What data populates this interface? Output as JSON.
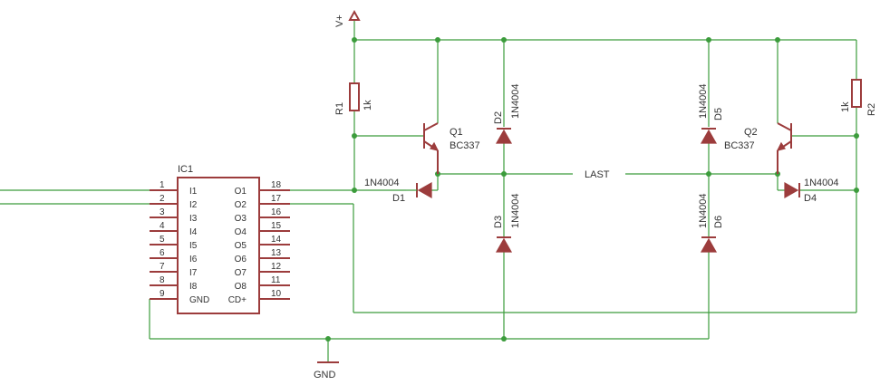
{
  "ic": {
    "name": "IC1",
    "left_pins": [
      {
        "num": "1",
        "label": "I1"
      },
      {
        "num": "2",
        "label": "I2"
      },
      {
        "num": "3",
        "label": "I3"
      },
      {
        "num": "4",
        "label": "I4"
      },
      {
        "num": "5",
        "label": "I5"
      },
      {
        "num": "6",
        "label": "I6"
      },
      {
        "num": "7",
        "label": "I7"
      },
      {
        "num": "8",
        "label": "I8"
      },
      {
        "num": "9",
        "label": "GND"
      }
    ],
    "right_pins": [
      {
        "num": "18",
        "label": "O1"
      },
      {
        "num": "17",
        "label": "O2"
      },
      {
        "num": "16",
        "label": "O3"
      },
      {
        "num": "15",
        "label": "O4"
      },
      {
        "num": "14",
        "label": "O5"
      },
      {
        "num": "13",
        "label": "O6"
      },
      {
        "num": "12",
        "label": "O7"
      },
      {
        "num": "11",
        "label": "O8"
      },
      {
        "num": "10",
        "label": "CD+"
      }
    ]
  },
  "supply": "V+",
  "ground": "GND",
  "load_label": "LAST",
  "r1": {
    "name": "R1",
    "value": "1k"
  },
  "r2": {
    "name": "R2",
    "value": "1k"
  },
  "q1": {
    "name": "Q1",
    "value": "BC337"
  },
  "q2": {
    "name": "Q2",
    "value": "BC337"
  },
  "d1": {
    "name": "D1",
    "value": "1N4004"
  },
  "d2": {
    "name": "D2",
    "value": "1N4004"
  },
  "d3": {
    "name": "D3",
    "value": "1N4004"
  },
  "d4": {
    "name": "D4",
    "value": "1N4004"
  },
  "d5": {
    "name": "D5",
    "value": "1N4004"
  },
  "d6": {
    "name": "D6",
    "value": "1N4004"
  },
  "colors": {
    "wire": "#3c9c3c",
    "part": "#9c3c3c",
    "background": "#ffffff"
  }
}
